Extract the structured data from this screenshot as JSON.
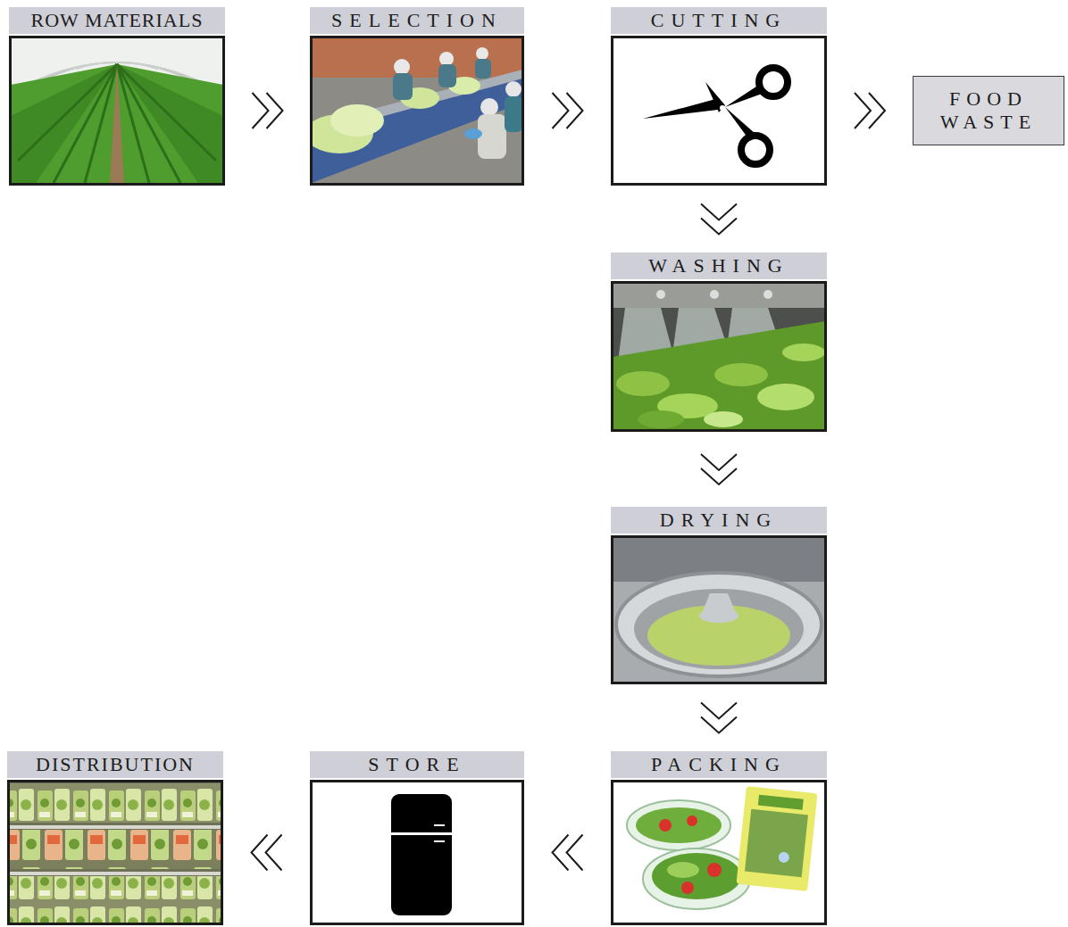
{
  "diagram": {
    "nodes": [
      {
        "text": [
          "ROW MATERIALS"
        ]
      },
      {
        "text": [
          "SELECTION"
        ]
      },
      {
        "text": [
          "CUTTING"
        ]
      },
      {
        "text": [
          "FOOD WASTE"
        ]
      },
      {
        "text": [
          "WASHING"
        ]
      },
      {
        "text": [
          "DRYING"
        ]
      },
      {
        "text": [
          "PACKING"
        ]
      },
      {
        "text": [
          "STORE"
        ]
      },
      {
        "text": [
          "DISTRIBUTION"
        ]
      }
    ],
    "edges": [
      {
        "from": 0,
        "to": 1,
        "arrow": "to"
      },
      {
        "from": 1,
        "to": 2,
        "arrow": "to"
      },
      {
        "from": 2,
        "to": 3,
        "arrow": "to"
      },
      {
        "from": 2,
        "to": 4,
        "arrow": "to"
      },
      {
        "from": 4,
        "to": 5,
        "arrow": "to"
      },
      {
        "from": 5,
        "to": 6,
        "arrow": "to"
      },
      {
        "from": 6,
        "to": 7,
        "arrow": "to"
      },
      {
        "from": 7,
        "to": 8,
        "arrow": "to"
      }
    ]
  }
}
